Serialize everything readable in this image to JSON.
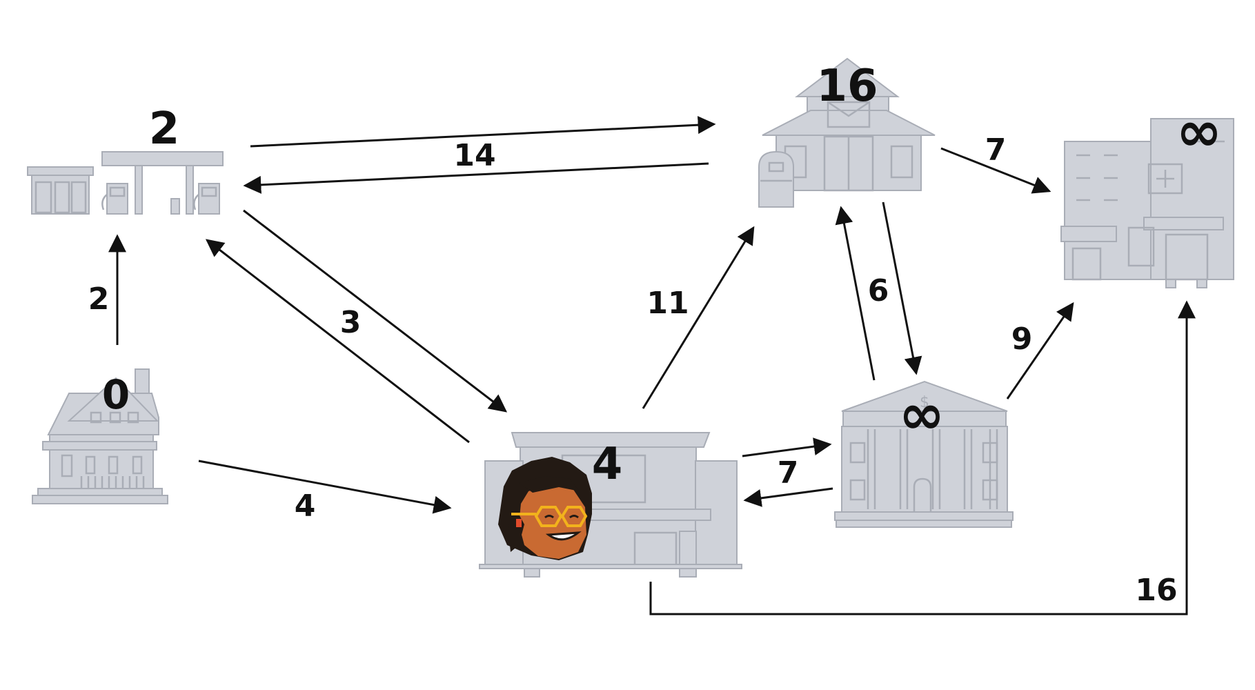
{
  "nodes": {
    "house": {
      "label": "0"
    },
    "gas_station": {
      "label": "2"
    },
    "store": {
      "label": "4"
    },
    "post_office": {
      "label": "16"
    },
    "bank": {
      "label": "∞"
    },
    "hospital": {
      "label": "∞"
    }
  },
  "edges": [
    {
      "from": "house",
      "to": "gas_station",
      "weight": "2"
    },
    {
      "from": "house",
      "to": "store",
      "weight": "4"
    },
    {
      "from": "gas_station",
      "to": "post_office",
      "weight": "14"
    },
    {
      "from": "post_office",
      "to": "gas_station",
      "weight": ""
    },
    {
      "from": "gas_station",
      "to": "store",
      "weight": "3"
    },
    {
      "from": "store",
      "to": "gas_station",
      "weight": ""
    },
    {
      "from": "store",
      "to": "post_office",
      "weight": "11"
    },
    {
      "from": "store",
      "to": "bank",
      "weight": "7"
    },
    {
      "from": "bank",
      "to": "store",
      "weight": ""
    },
    {
      "from": "store",
      "to": "hospital",
      "weight": "16"
    },
    {
      "from": "post_office",
      "to": "bank",
      "weight": "6"
    },
    {
      "from": "bank",
      "to": "post_office",
      "weight": ""
    },
    {
      "from": "post_office",
      "to": "hospital",
      "weight": "7"
    },
    {
      "from": "bank",
      "to": "hospital",
      "weight": "9"
    }
  ],
  "current_node": "store",
  "colors": {
    "building": "#cfd2d9",
    "building_line": "#a9adb6",
    "edge": "#111111",
    "skin": "#c96a32",
    "glasses": "#f2b21c"
  }
}
